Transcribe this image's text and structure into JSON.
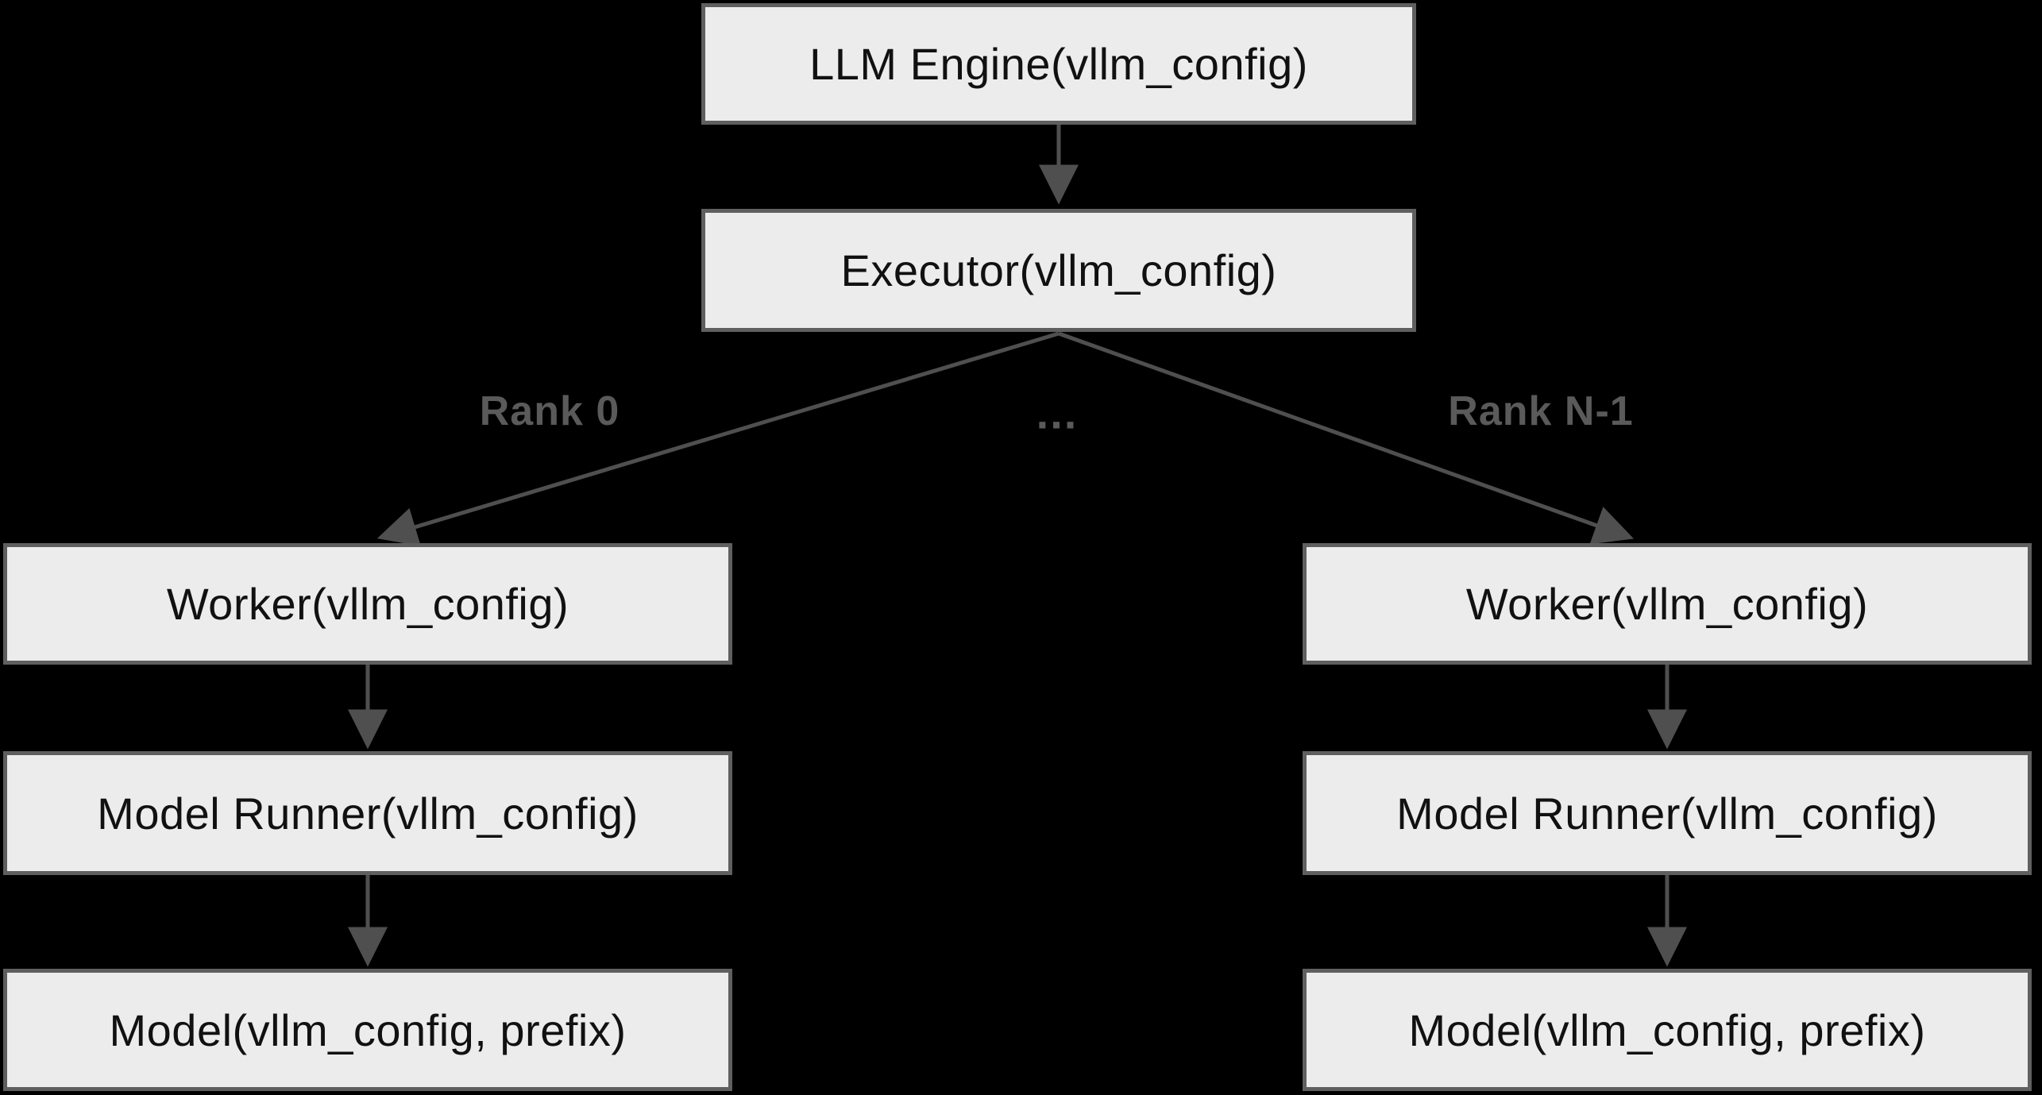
{
  "colors": {
    "background": "#000000",
    "node_fill": "#ececec",
    "node_border": "#5f5f5f",
    "edge": "#4f4f4f",
    "edge_label": "#5a5a5a",
    "node_text": "#111111"
  },
  "nodes": {
    "llm_engine": {
      "label": "LLM Engine(vllm_config)"
    },
    "executor": {
      "label": "Executor(vllm_config)"
    },
    "worker_left": {
      "label": "Worker(vllm_config)"
    },
    "worker_right": {
      "label": "Worker(vllm_config)"
    },
    "model_runner_left": {
      "label": "Model Runner(vllm_config)"
    },
    "model_runner_right": {
      "label": "Model Runner(vllm_config)"
    },
    "model_left": {
      "label": "Model(vllm_config, prefix)"
    },
    "model_right": {
      "label": "Model(vllm_config, prefix)"
    }
  },
  "edge_labels": {
    "rank_0": "Rank 0",
    "ellipsis": "...",
    "rank_n_minus_1": "Rank N-1"
  }
}
